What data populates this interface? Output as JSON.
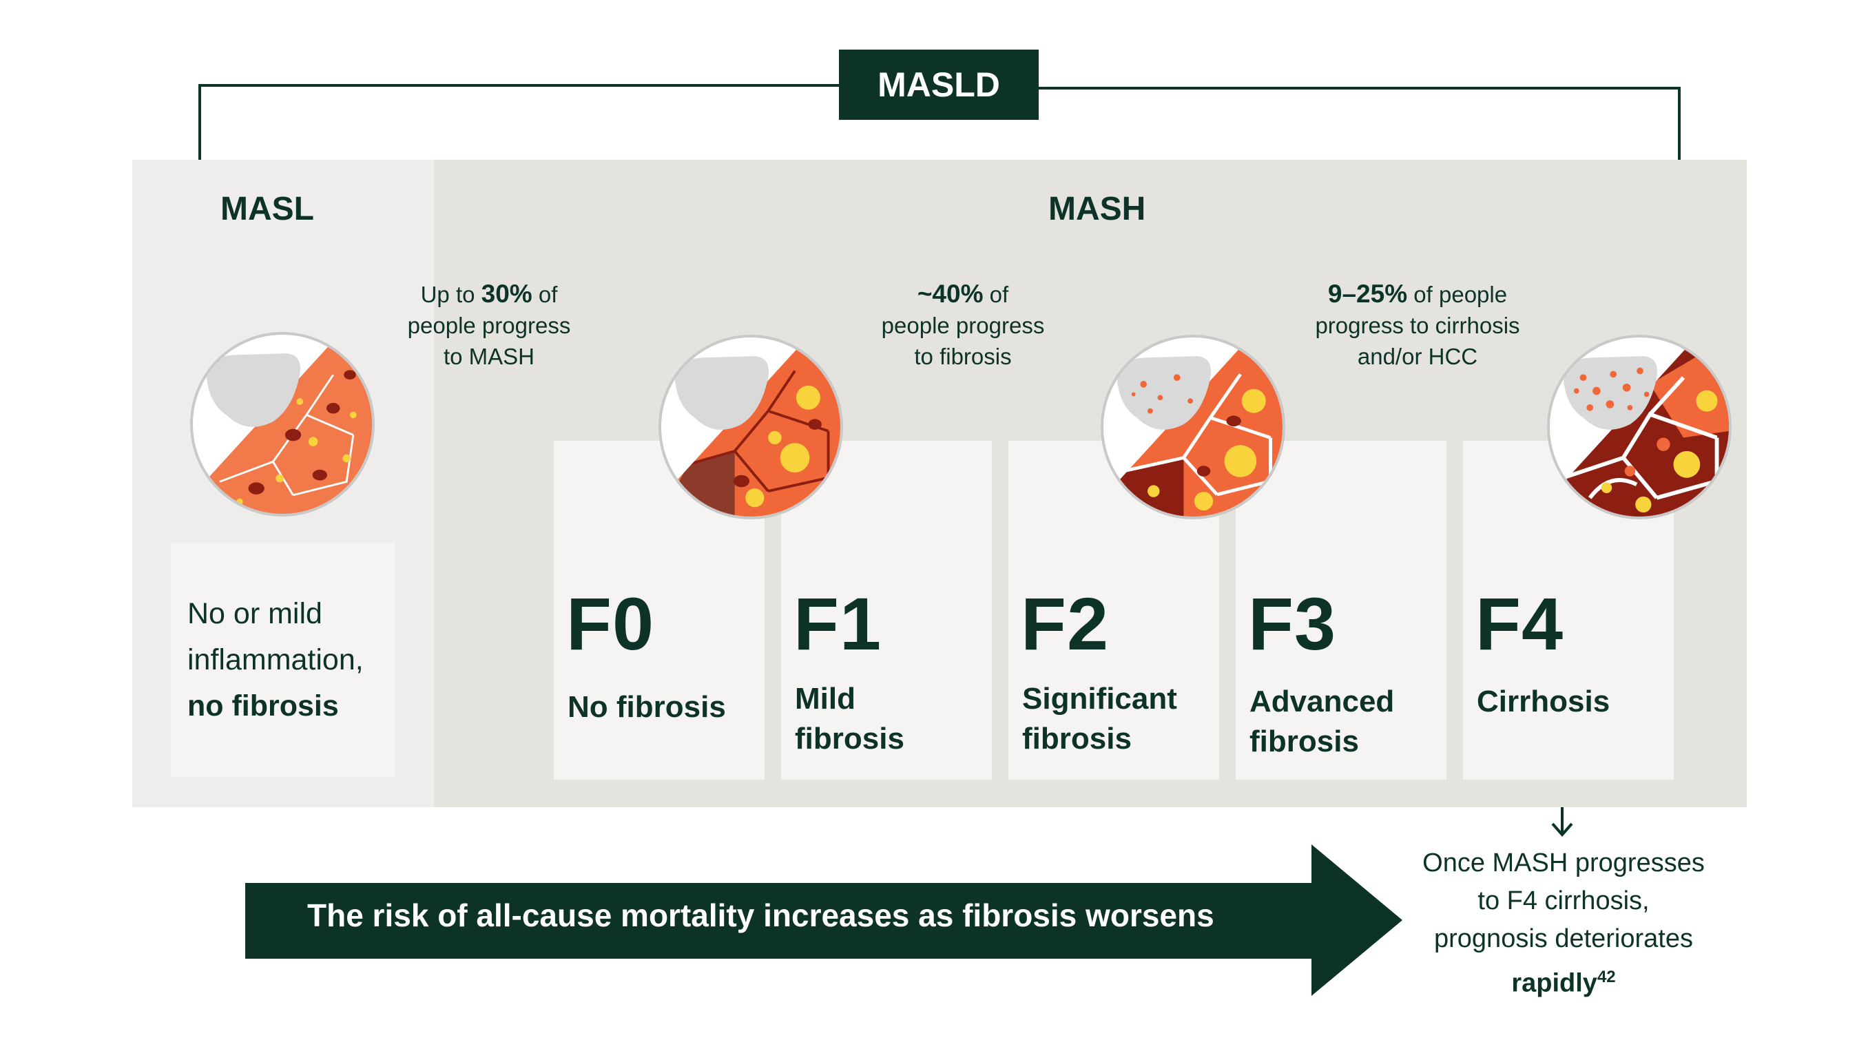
{
  "header": {
    "badge_label": "MASLD"
  },
  "sections": {
    "masl_label": "MASL",
    "mash_label": "MASH"
  },
  "masl": {
    "desc_line1": "No or mild",
    "desc_line2": "inflammation,",
    "desc_bold": "no fibrosis"
  },
  "progressions": [
    {
      "highlight": "30%",
      "prefix": "Up to ",
      "suffix": " of",
      "line2": "people progress",
      "line3": "to MASH"
    },
    {
      "highlight": "~40%",
      "prefix": "",
      "suffix": " of",
      "line2": "people progress",
      "line3": "to fibrosis"
    },
    {
      "highlight": "9–25%",
      "prefix": "",
      "suffix": " of people",
      "line2": "progress to cirrhosis",
      "line3": "and/or HCC"
    }
  ],
  "stages": [
    {
      "code": "F0",
      "name_line1": "No fibrosis",
      "name_line2": ""
    },
    {
      "code": "F1",
      "name_line1": "Mild",
      "name_line2": "fibrosis"
    },
    {
      "code": "F2",
      "name_line1": "Significant",
      "name_line2": "fibrosis"
    },
    {
      "code": "F3",
      "name_line1": "Advanced",
      "name_line2": "fibrosis"
    },
    {
      "code": "F4",
      "name_line1": "Cirrhosis",
      "name_line2": ""
    }
  ],
  "mortality": {
    "text": "The risk of all-cause mortality increases as fibrosis worsens"
  },
  "prognosis": {
    "line1": "Once MASH progresses",
    "line2": "to F4 cirrhosis,",
    "line3": "prognosis deteriorates",
    "bold": "rapidly",
    "ref": "42"
  },
  "icons": [
    "liver-healthy-icon",
    "liver-f0-icon",
    "liver-f2-icon",
    "liver-cirrhosis-icon"
  ],
  "colors": {
    "dark_green": "#0d3329",
    "panel_masl": "#eeedeb",
    "panel_mash": "#e4e3de",
    "box": "#f5f4f2",
    "tissue_orange": "#f0683a",
    "tissue_dark": "#8c1e12",
    "fat_yellow": "#f9d33c"
  }
}
